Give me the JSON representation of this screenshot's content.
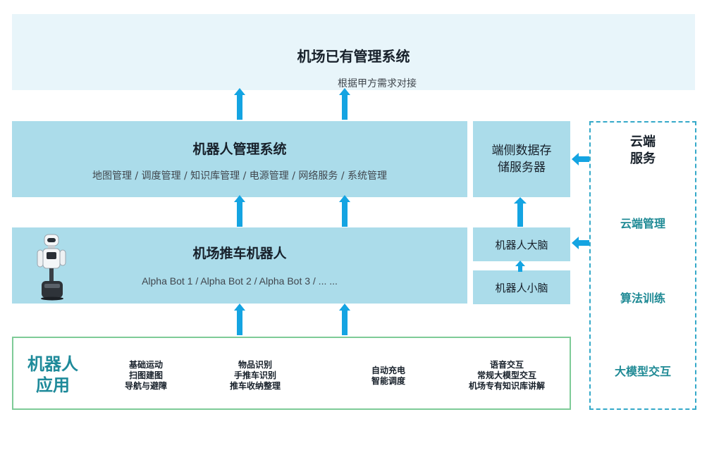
{
  "top": {
    "title": "机场已有管理系统",
    "subtitle": "根据甲方需求对接"
  },
  "management": {
    "title": "机器人管理系统",
    "subtitle": "地图管理 / 调度管理 / 知识库管理 / 电源管理 / 网络服务 / 系统管理"
  },
  "robot": {
    "title": "机场推车机器人",
    "subtitle": "Alpha Bot 1 / Alpha Bot 2 / Alpha Bot 3 / ... ..."
  },
  "side": {
    "storage_line1": "端侧数据存",
    "storage_line2": "储服务器",
    "brain": "机器人大脑",
    "cerebellum": "机器人小脑"
  },
  "cloud": {
    "title_line1": "云端",
    "title_line2": "服务",
    "items": [
      "云端管理",
      "算法训练",
      "大模型交互"
    ]
  },
  "apps": {
    "title_line1": "机器人",
    "title_line2": "应用",
    "groups": [
      [
        "基础运动",
        "扫图建图",
        "导航与避障"
      ],
      [
        "物品识别",
        "手推车识别",
        "推车收纳整理"
      ],
      [
        "自动充电",
        "智能调度"
      ],
      [
        "语音交互",
        "常规大模型交互",
        "机场专有知识库讲解"
      ]
    ]
  },
  "colors": {
    "arrow": "#14a4e2",
    "box_light": "#e8f5fa",
    "box_main": "#abdcea",
    "cloud_border": "#35a9c9",
    "app_border": "#7ecb97",
    "accent_text": "#1e8a9a"
  }
}
